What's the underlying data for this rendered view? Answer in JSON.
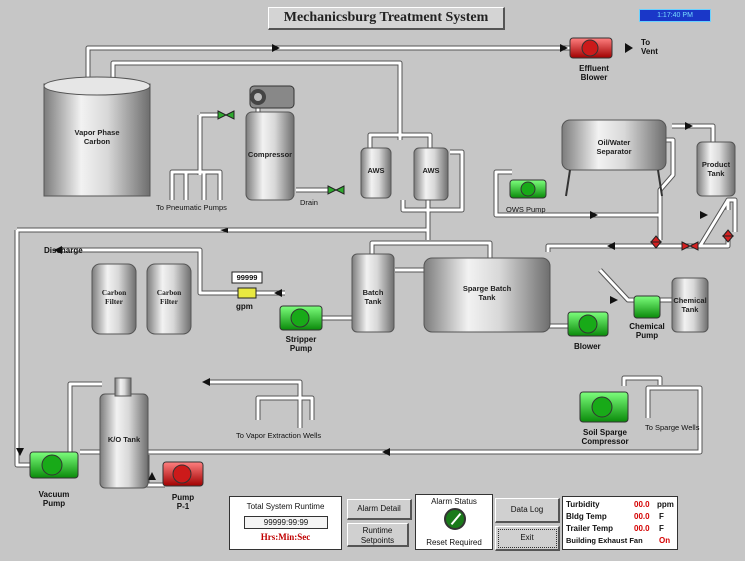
{
  "window": {
    "title": "Mechanicsburg Treatment System",
    "clock": "1:17:40 PM"
  },
  "labels": {
    "to_vent": "To\nVent",
    "effluent_blower": "Effluent\nBlower",
    "vapor_phase_carbon": "Vapor Phase\nCarbon",
    "compressor": "Compressor",
    "to_pneumatic_pumps": "To Pneumatic Pumps",
    "drain": "Drain",
    "aws_left": "AWS",
    "aws_right": "AWS",
    "oil_water_separator": "Oil/Water\nSeparator",
    "product_tank": "Product\nTank",
    "ows_pump": "OWS Pump",
    "discharge": "Discharge",
    "carbon_filter_1": "Carbon\nFilter",
    "carbon_filter_2": "Carbon\nFilter",
    "flow_value": "99999",
    "flow_unit": "gpm",
    "stripper_pump": "Stripper\nPump",
    "batch_tank": "Batch\nTank",
    "sparge_batch_tank": "Sparge Batch\nTank",
    "blower": "Blower",
    "chemical_pump": "Chemical\nPump",
    "chemical_tank": "Chemical\nTank",
    "to_vapor_extraction_wells": "To Vapor Extraction Wells",
    "ko_tank": "K/O Tank",
    "soil_sparge_compressor": "Soil Sparge\nCompressor",
    "to_sparge_wells": "To Sparge Wells",
    "vacuum_pump": "Vacuum\nPump",
    "pump_p1": "Pump\nP-1"
  },
  "runtime_panel": {
    "title": "Total System Runtime",
    "value": "99999:99:99",
    "units": "Hrs:Min:Sec"
  },
  "buttons": {
    "alarm_detail": "Alarm Detail",
    "runtime_setpoints": "Runtime\nSetpoints",
    "data_log": "Data Log",
    "exit": "Exit"
  },
  "alarm_status": {
    "title": "Alarm Status",
    "state": "Reset Required"
  },
  "status_panel": {
    "rows": [
      {
        "label": "Turbidity",
        "value": "00.0",
        "unit": "ppm"
      },
      {
        "label": "Bldg Temp",
        "value": "00.0",
        "unit": "F"
      },
      {
        "label": "Trailer Temp",
        "value": "00.0",
        "unit": "F"
      },
      {
        "label": "Building Exhaust Fan",
        "value": "On",
        "unit": ""
      }
    ]
  },
  "colors": {
    "background": "#c6c6c6",
    "pump_running": "#1fbf1f",
    "pump_stopped": "#d42020",
    "pipe": "#ffffff",
    "alarm_value": "#d40000"
  }
}
